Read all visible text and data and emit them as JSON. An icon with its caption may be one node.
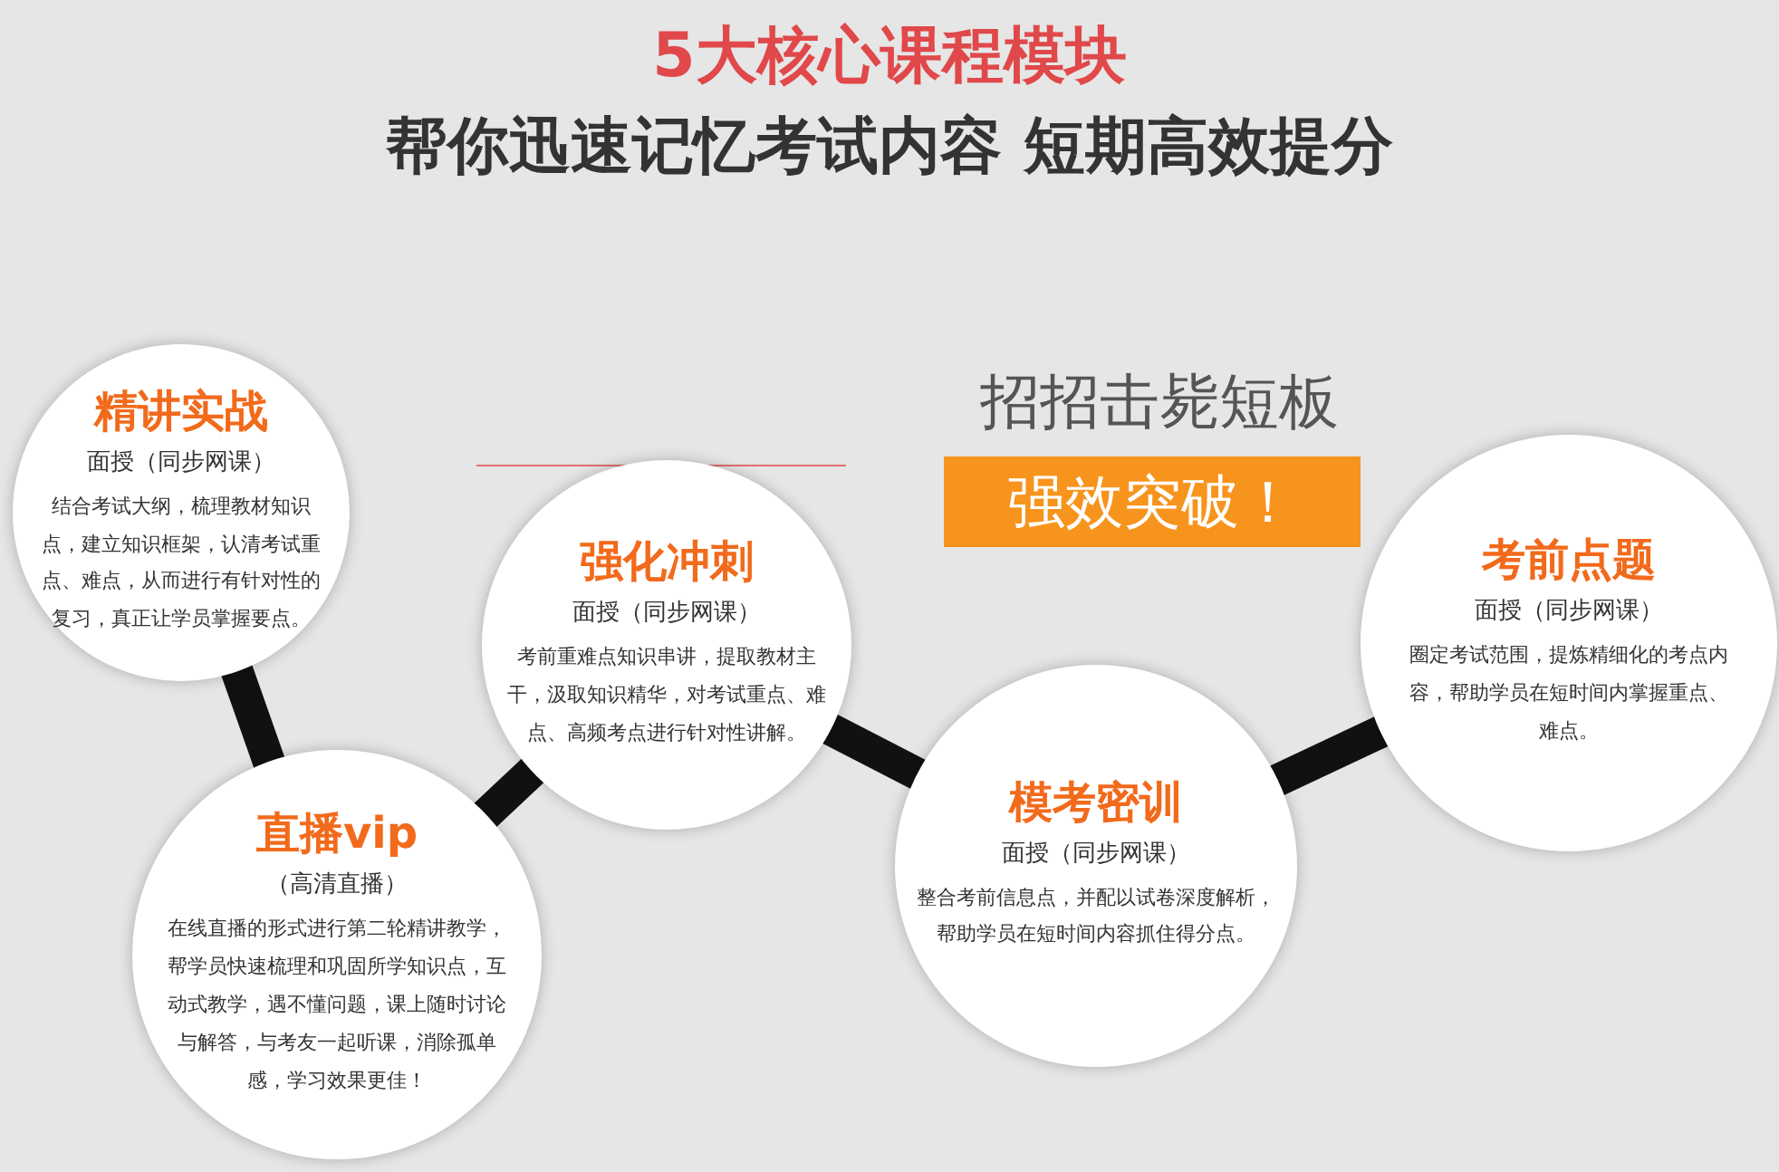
{
  "diagram": {
    "title": "5大核心课程模块",
    "nodes": [
      {
        "text": [
          "精讲实战",
          "面授（同步网课）",
          "结合考试大纲，梳理教材知识点，建立知识框架，认清考试重点、难点，从而进行有针对性的复习，真正让学员掌握要点。"
        ]
      },
      {
        "text": [
          "直播vip",
          "（高清直播）",
          "在线直播的形式进行第二轮精讲教学，帮学员快速梳理和巩固所学知识点，互动式教学，遇不懂问题，课上随时讨论与解答，与考友一起听课，消除孤单感，学习效果更佳！"
        ]
      },
      {
        "text": [
          "强化冲刺",
          "面授（同步网课）",
          "考前重难点知识串讲，提取教材主干，汲取知识精华，对考试重点、难点、高频考点进行针对性讲解。"
        ]
      },
      {
        "text": [
          "模考密训",
          "面授（同步网课）",
          "整合考前信息点，并配以试卷深度解析，帮助学员在短时间内容抓住得分点。"
        ]
      },
      {
        "text": [
          "考前点题",
          "面授（同步网课）",
          "圈定考试范围，提炼精细化的考点内容，帮助学员在短时间内掌握重点、难点。"
        ]
      },
      {
        "text": [
          "强效突破！"
        ]
      }
    ],
    "edges": [
      {
        "from": 0,
        "to": 1,
        "arrow": "none"
      },
      {
        "from": 1,
        "to": 2,
        "arrow": "none"
      },
      {
        "from": 2,
        "to": 3,
        "arrow": "none"
      },
      {
        "from": 3,
        "to": 4,
        "arrow": "none"
      }
    ],
    "labels": [
      "帮你迅速记忆考试内容 短期高效提分",
      "招招击毙短板"
    ]
  }
}
